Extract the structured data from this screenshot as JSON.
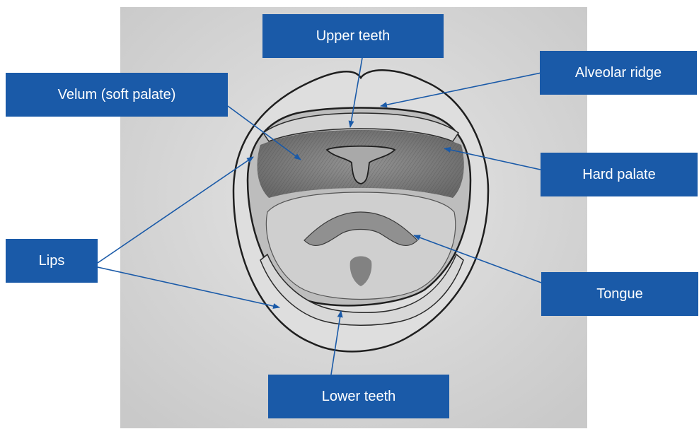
{
  "colors": {
    "box": "#1a5aa8",
    "arrow": "#1a5aa8",
    "paper": "#d9d9d9",
    "pencil": "#1f1f1f"
  },
  "labels": {
    "upper_teeth": "Upper teeth",
    "alveolar_ridge": "Alveolar ridge",
    "velum": "Velum (soft palate)",
    "hard_palate": "Hard palate",
    "lips": "Lips",
    "tongue": "Tongue",
    "lower_teeth": "Lower teeth"
  }
}
